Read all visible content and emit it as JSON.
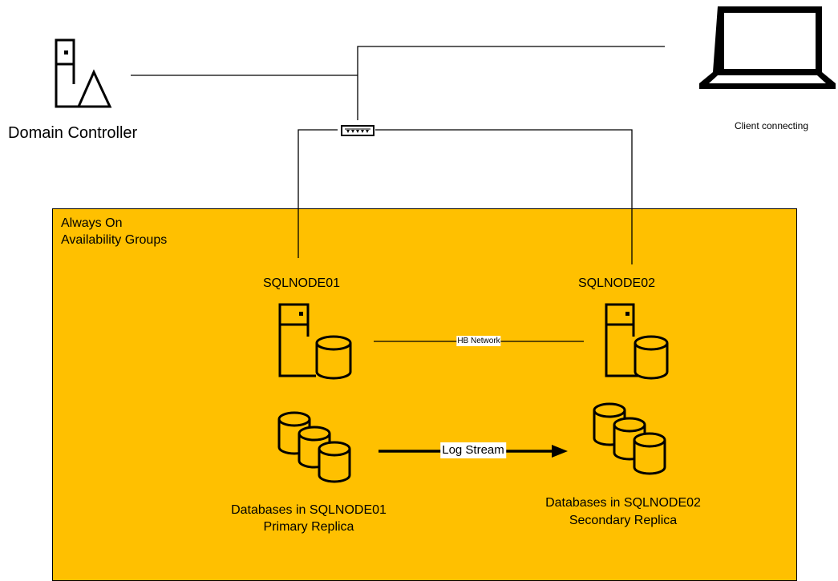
{
  "colors": {
    "ag_fill": "#FFC000",
    "line": "#000000",
    "background": "#FFFFFF"
  },
  "domain_controller": {
    "label": "Domain Controller",
    "icon": "server-warning-icon"
  },
  "client": {
    "label": "Client connecting",
    "icon": "laptop-icon"
  },
  "switch": {
    "icon": "network-switch-icon"
  },
  "availability_group": {
    "title_line1": "Always On",
    "title_line2": "Availability Groups"
  },
  "node1": {
    "name": "SQLNODE01",
    "icon": "database-server-icon",
    "db_label_line1": "Databases in SQLNODE01",
    "db_label_line2": "Primary Replica",
    "db_icon": "database-stack-icon"
  },
  "node2": {
    "name": "SQLNODE02",
    "icon": "database-server-icon",
    "db_label_line1": "Databases in SQLNODE02",
    "db_label_line2": "Secondary Replica",
    "db_icon": "database-stack-icon"
  },
  "hb_network": {
    "label": "HB Network"
  },
  "log_stream": {
    "label": "Log Stream"
  }
}
